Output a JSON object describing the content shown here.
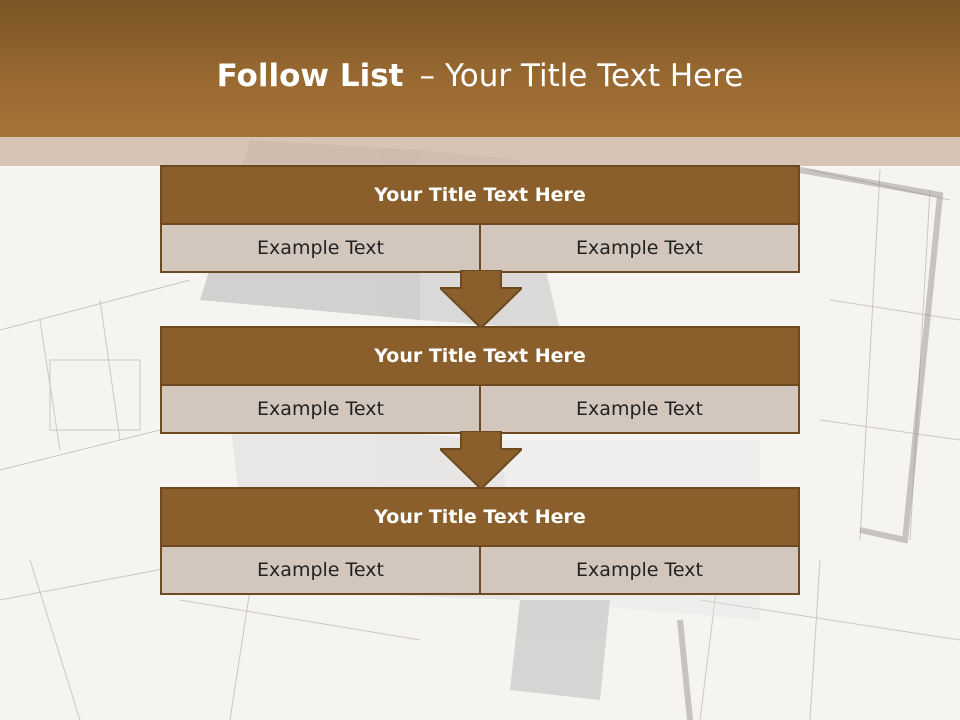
{
  "slide": {
    "title_bold": "Follow List",
    "title_sep": "–",
    "title_rest": "Your Title Text Here"
  },
  "blocks": [
    {
      "title": "Your Title Text Here",
      "left": "Example Text",
      "right": "Example Text"
    },
    {
      "title": "Your Title Text Here",
      "left": "Example Text",
      "right": "Example Text"
    },
    {
      "title": "Your Title Text Here",
      "left": "Example Text",
      "right": "Example Text"
    }
  ],
  "colors": {
    "header": "#9a6a32",
    "block_title": "#8a5f2c",
    "cell": "#d2c6bd",
    "border": "#6e4a20",
    "arrow": "#8a5f2c"
  }
}
